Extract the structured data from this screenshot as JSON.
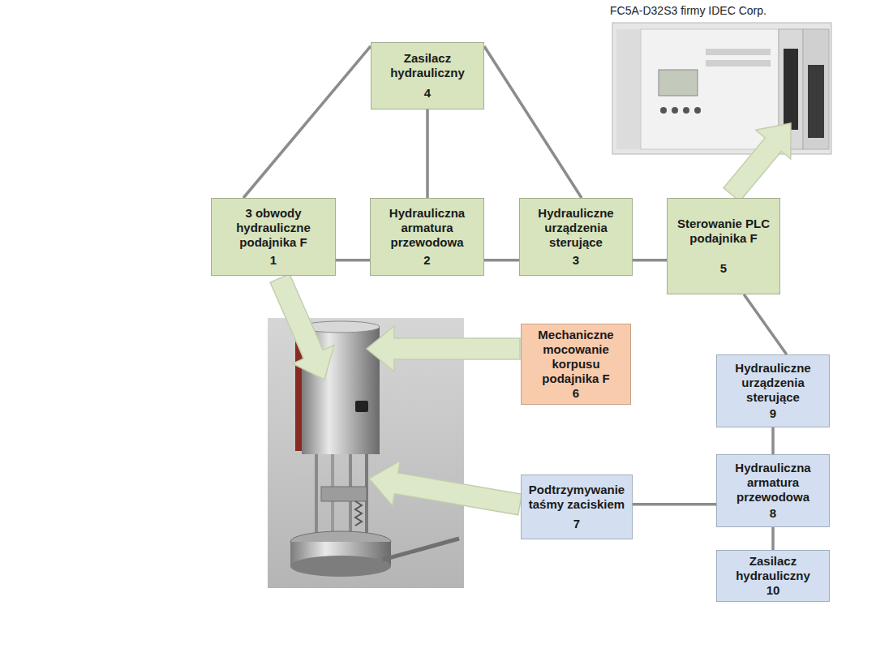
{
  "diagram": {
    "nodes": [
      {
        "text": [
          "Zasilacz hydrauliczny",
          "4"
        ]
      },
      {
        "text": [
          "3 obwody hydrauliczne podajnika F",
          "1"
        ]
      },
      {
        "text": [
          "Hydrauliczna armatura przewodowa",
          "2"
        ]
      },
      {
        "text": [
          "Hydrauliczne urządzenia sterujące",
          "3"
        ]
      },
      {
        "text": [
          "Sterowanie PLC podajnika F",
          "5"
        ]
      },
      {
        "text": [
          "Mechaniczne mocowanie korpusu podajnika F",
          "6"
        ]
      },
      {
        "text": [
          "Hydrauliczne urządzenia sterujące",
          "9"
        ]
      },
      {
        "text": [
          "Podtrzymywanie taśmy zaciskiem",
          "7"
        ]
      },
      {
        "text": [
          "Hydrauliczna armatura przewodowa",
          "8"
        ]
      },
      {
        "text": [
          "Zasilacz hydrauliczny",
          "10"
        ]
      }
    ],
    "edges": [
      {
        "from": 0,
        "to": 1,
        "arrow": "none"
      },
      {
        "from": 0,
        "to": 2,
        "arrow": "none"
      },
      {
        "from": 0,
        "to": 3,
        "arrow": "none"
      },
      {
        "from": 1,
        "to": 2,
        "arrow": "none"
      },
      {
        "from": 2,
        "to": 3,
        "arrow": "none"
      },
      {
        "from": 3,
        "to": 4,
        "arrow": "none"
      },
      {
        "from": 4,
        "to": 6,
        "arrow": "none"
      },
      {
        "from": 6,
        "to": 8,
        "arrow": "none"
      },
      {
        "from": 8,
        "to": 9,
        "arrow": "none"
      },
      {
        "from": 7,
        "to": 8,
        "arrow": "none"
      }
    ],
    "labels": [
      "FC5A-D32S3 firmy IDEC Corp."
    ]
  }
}
